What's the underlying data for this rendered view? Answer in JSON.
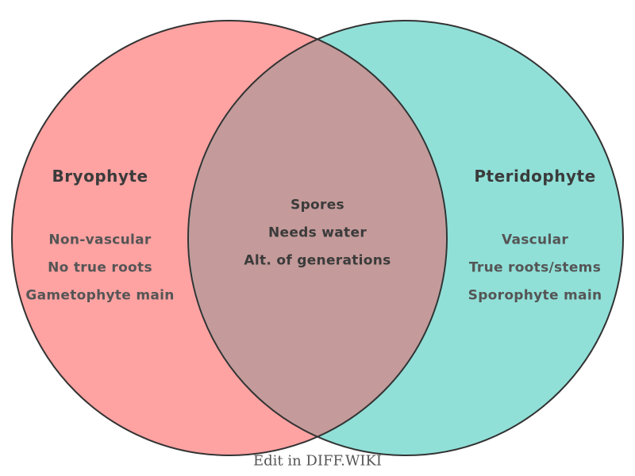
{
  "diagram": {
    "type": "venn",
    "left": {
      "title": "Bryophyte",
      "items": [
        "Non-vascular",
        "No true roots",
        "Gametophyte main"
      ]
    },
    "right": {
      "title": "Pteridophyte",
      "items": [
        "Vascular",
        "True roots/stems",
        "Sporophyte main"
      ]
    },
    "intersection": {
      "items": [
        "Spores",
        "Needs water",
        "Alt. of generations"
      ]
    }
  },
  "footer": {
    "label": "Edit in DIFF.WIKI"
  },
  "colors": {
    "left_fill": "#ffa2a2",
    "right_fill": "#90e0d8",
    "overlap_fill": "#c49a9a",
    "outline": "#333333",
    "title_text": "#3b3b3b",
    "item_text": "#555555",
    "center_text": "#3b3b3b",
    "footer_text": "#555555"
  }
}
